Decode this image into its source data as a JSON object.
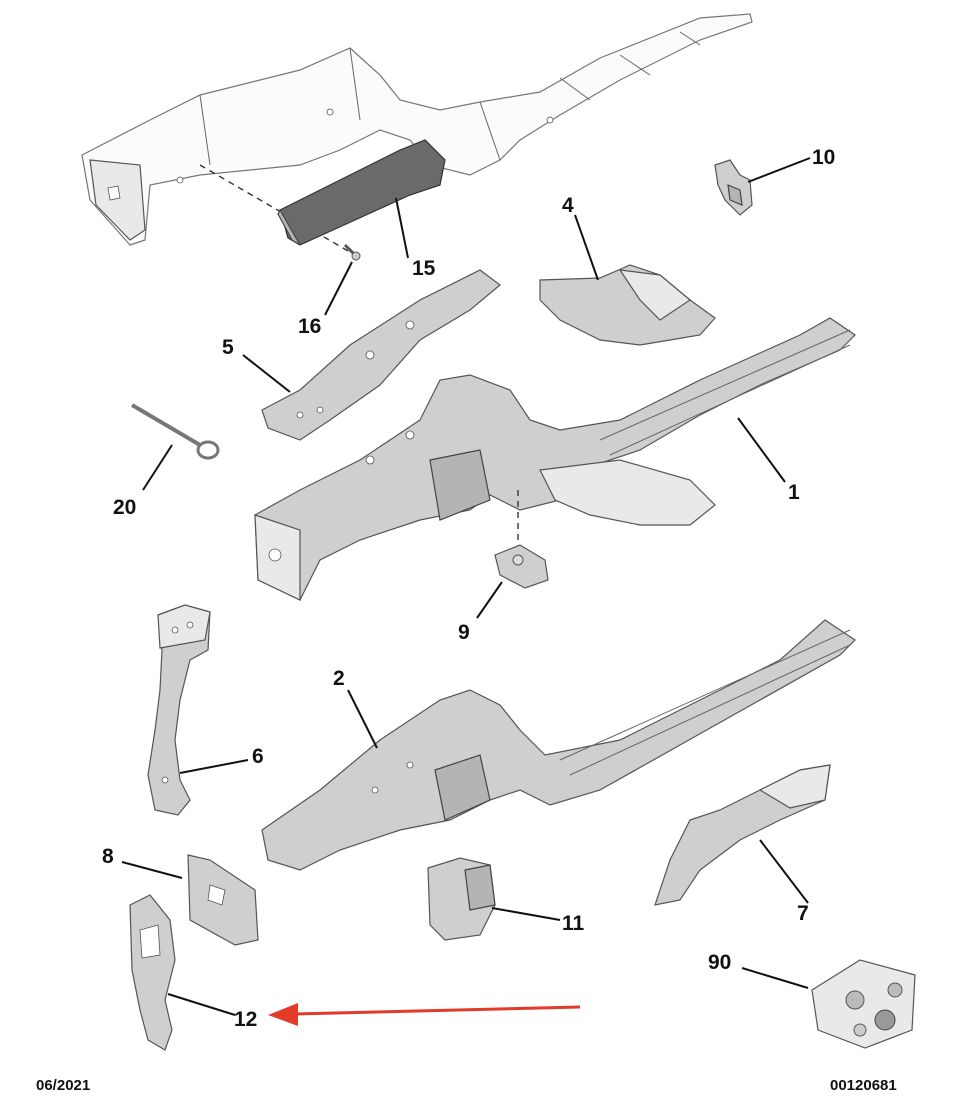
{
  "callouts": {
    "c1": "1",
    "c2": "2",
    "c4": "4",
    "c5": "5",
    "c6": "6",
    "c7": "7",
    "c8": "8",
    "c9": "9",
    "c10": "10",
    "c11": "11",
    "c12": "12",
    "c15": "15",
    "c16": "16",
    "c20": "20",
    "c90": "90"
  },
  "footer": {
    "date": "06/2021",
    "reference": "00120681"
  },
  "colors": {
    "arrow": "#e23b2a",
    "leader": "#111111",
    "part_fill": "#d4d4d4"
  }
}
